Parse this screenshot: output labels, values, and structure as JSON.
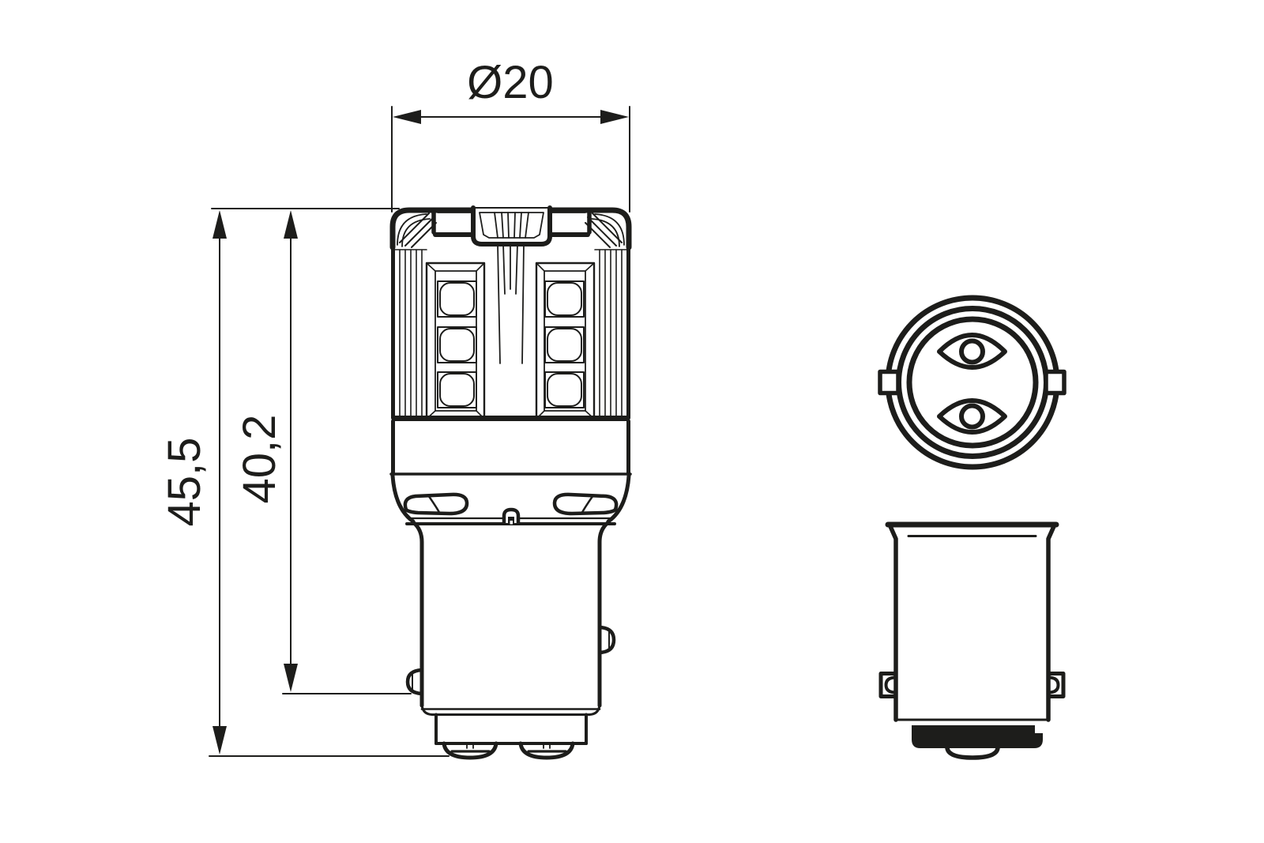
{
  "colors": {
    "line": "#1d1d1b",
    "background": "#ffffff"
  },
  "dimensions": {
    "diameter": {
      "label": "Ø20"
    },
    "overall_length": {
      "label": "45,5"
    },
    "length_to_pin": {
      "label": "40,2"
    }
  }
}
